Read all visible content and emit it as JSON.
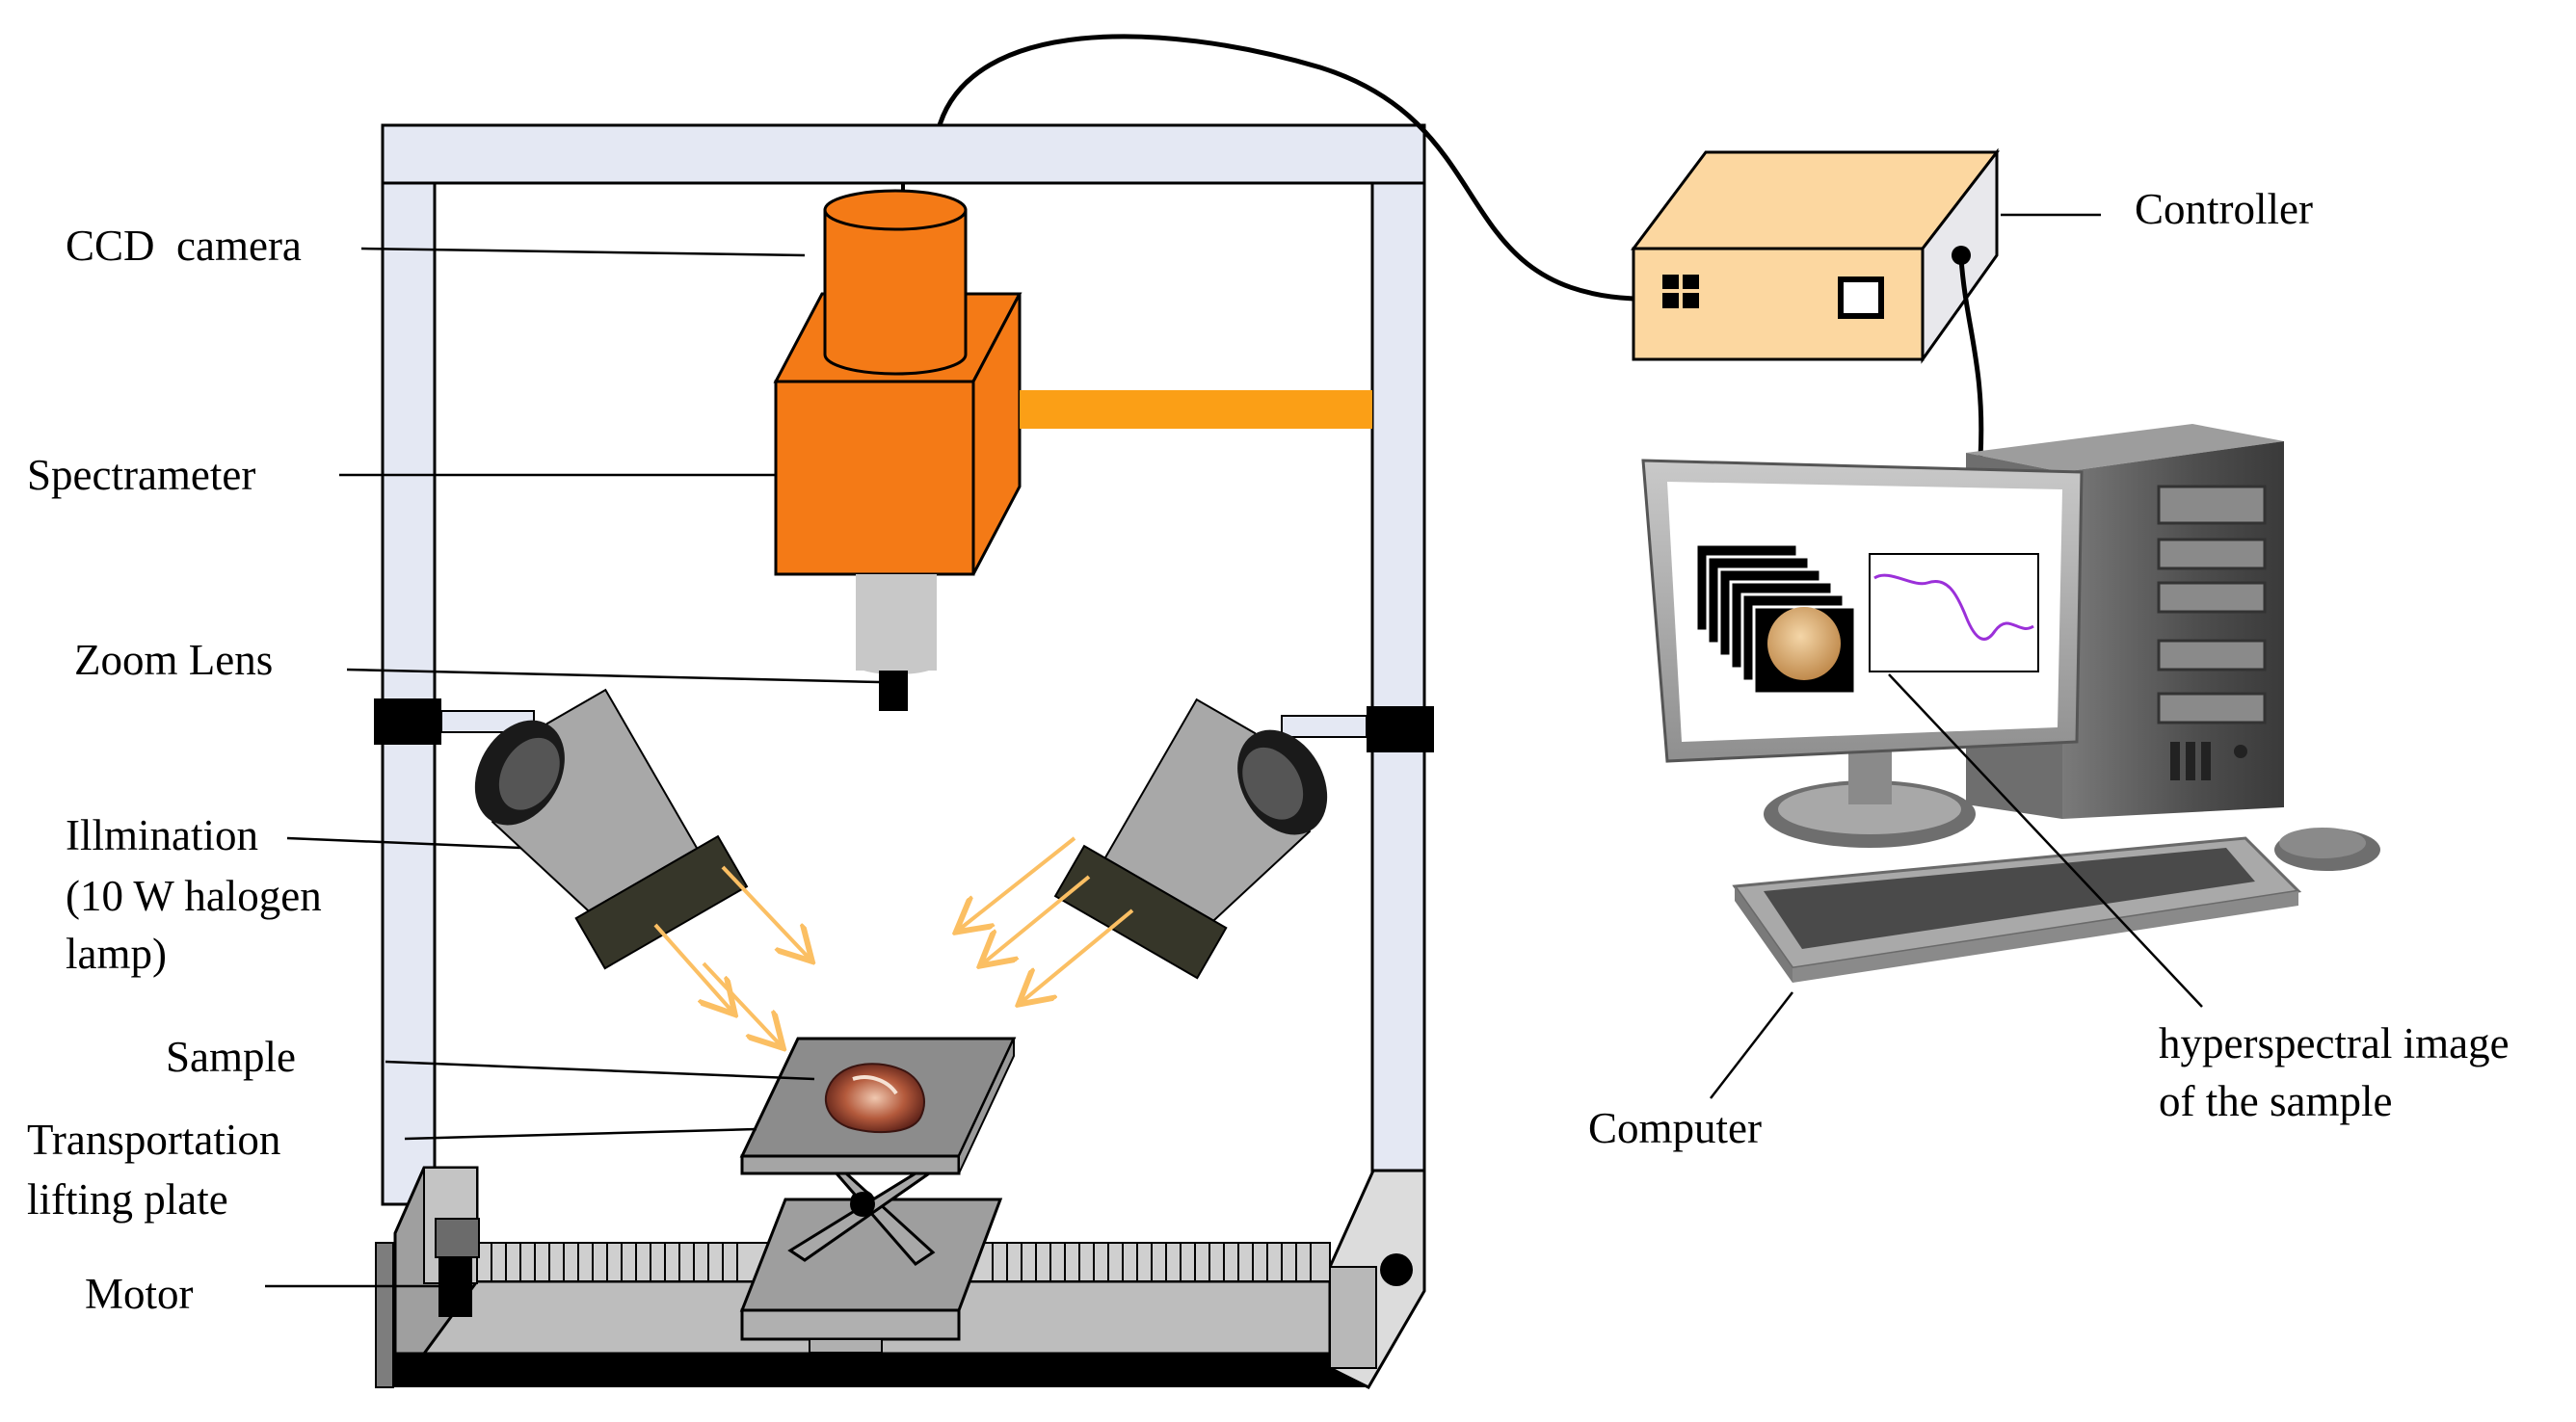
{
  "labels": {
    "ccd_camera": "CCD  camera",
    "spectrometer": "Spectrameter",
    "zoom_lens": "Zoom Lens",
    "illumination_line1": "Illmination",
    "illumination_line2": "(10 W halogen",
    "illumination_line3": "lamp)",
    "sample": "Sample",
    "transport_line1": "Transportation",
    "transport_line2": "lifting plate",
    "motor": "Motor",
    "controller": "Controller",
    "computer": "Computer",
    "hsi_line1": "hyperspectral image",
    "hsi_line2": "of the sample"
  },
  "colors": {
    "frame": "#e4e8f3",
    "camera": "#f47a16",
    "camera_arm": "#fb9f16",
    "controller_box": "#fcd7a0",
    "light_beam": "#fbbf63",
    "lamp": "#a8a8a8",
    "lamp_face": "#363629",
    "rail": "#bdbdbd",
    "spectrum_curve": "#9b30d9"
  }
}
